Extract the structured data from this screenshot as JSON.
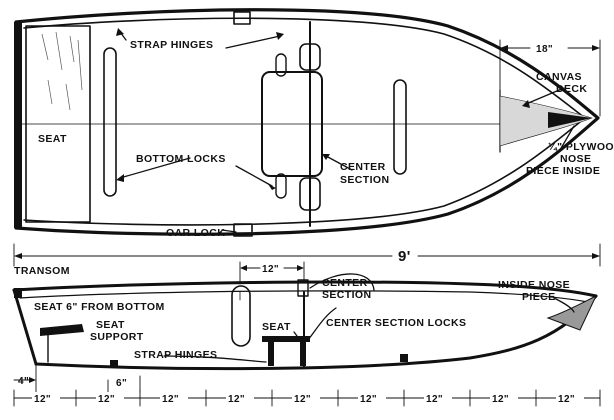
{
  "plan_view": {
    "labels": {
      "strap_hinges": "STRAP HINGES",
      "canvas_deck": [
        "CANVAS",
        "DECK"
      ],
      "seat": "SEAT",
      "bottom_locks": "BOTTOM LOCKS",
      "center_section": [
        "CENTER",
        "SECTION"
      ],
      "plywood_nose": [
        "¼\" PLYWOOD",
        "NOSE",
        "PIECE INSIDE"
      ],
      "oar_lock": "OAR LOCK",
      "transom": "TRANSOM"
    },
    "dimensions": {
      "deck_length": "18\"",
      "overall_length": "9'"
    }
  },
  "side_view": {
    "labels": {
      "seat_height": "SEAT 6\" FROM BOTTOM",
      "seat_support": [
        "SEAT",
        "SUPPORT"
      ],
      "center_section": [
        "CENTER",
        "SECTION"
      ],
      "inside_nose": [
        "INSIDE NOSE",
        "PIECE"
      ],
      "seat": "SEAT",
      "center_section_locks": "CENTER SECTION LOCKS",
      "strap_hinges": "STRAP HINGES"
    },
    "dimensions": {
      "center_width": "12\"",
      "transom_height": "4\"",
      "hinge_spacing": "6\"",
      "frame_spacing": [
        "12\"",
        "12\"",
        "12\"",
        "12\"",
        "12\"",
        "12\"",
        "12\"",
        "12\"",
        "12\""
      ]
    }
  }
}
